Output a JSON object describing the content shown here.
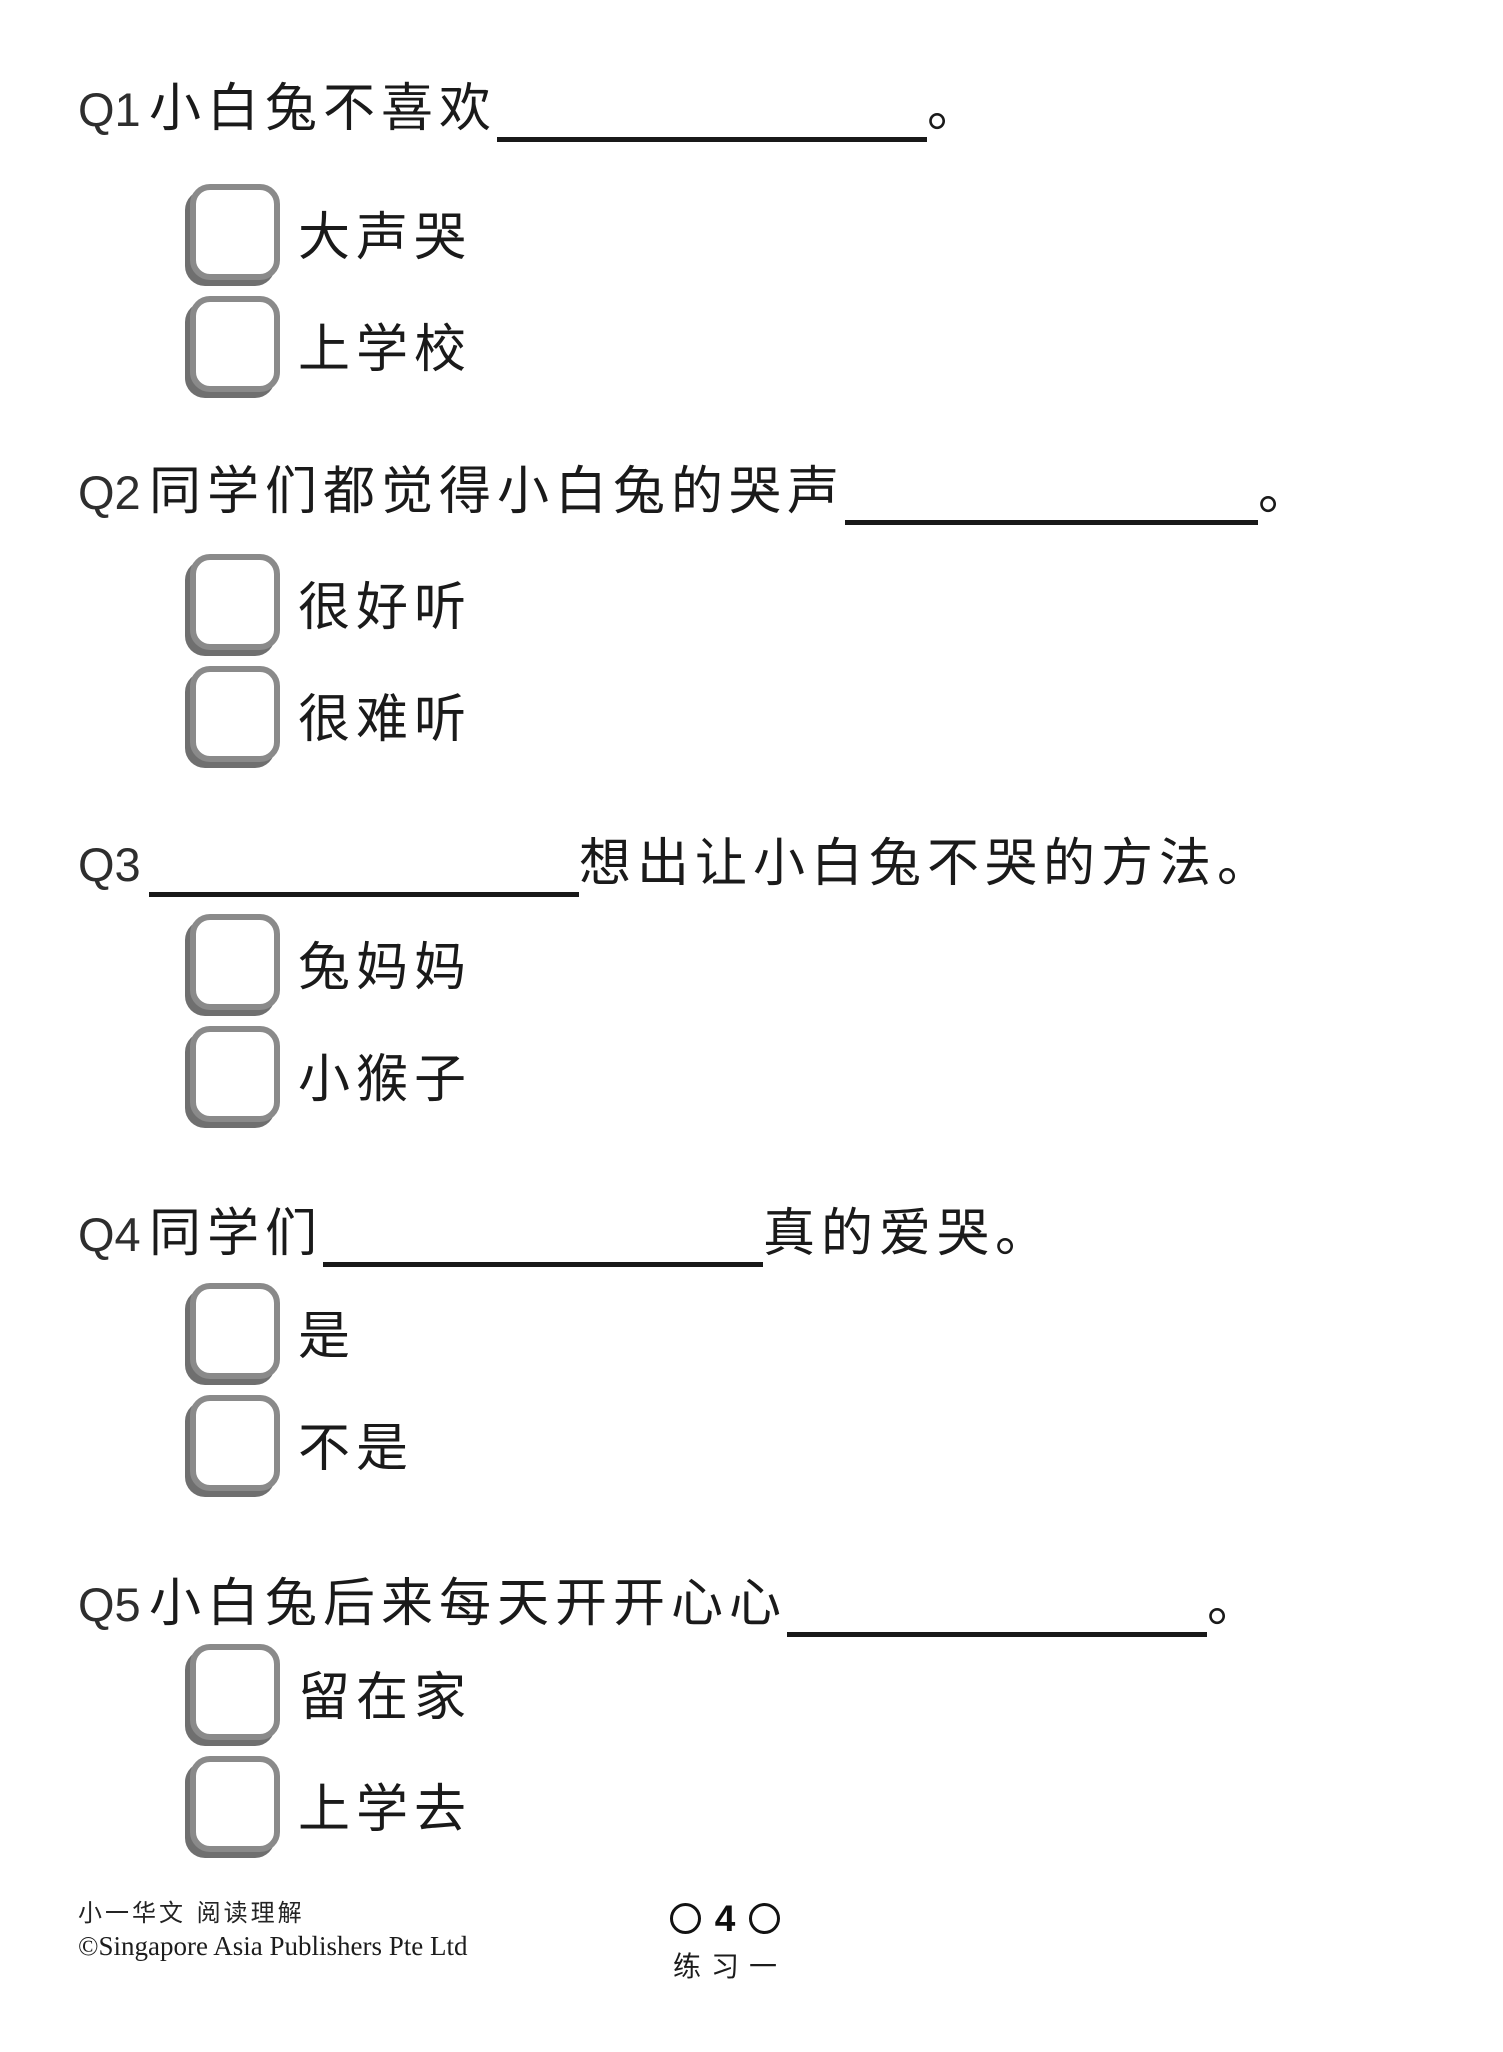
{
  "page": {
    "questions": [
      {
        "label": "Q1",
        "pre": "小白兔不喜欢",
        "post": "。",
        "options": [
          "大声哭",
          "上学校"
        ]
      },
      {
        "label": "Q2",
        "pre": "同学们都觉得小白兔的哭声",
        "post": "。",
        "options": [
          "很好听",
          "很难听"
        ]
      },
      {
        "label": "Q3",
        "pre": "",
        "post": "想出让小白兔不哭的方法。",
        "options": [
          "兔妈妈",
          "小猴子"
        ]
      },
      {
        "label": "Q4",
        "pre": "同学们",
        "post": "真的爱哭。",
        "options": [
          "是",
          "不是"
        ]
      },
      {
        "label": "Q5",
        "pre": "小白兔后来每天开开心心",
        "post": "。",
        "options": [
          "留在家",
          "上学去"
        ]
      }
    ],
    "footer": {
      "series": "小一华文 阅读理解",
      "copyright": "©Singapore Asia Publishers Pte Ltd",
      "page_number": "4",
      "exercise": "练习一"
    }
  }
}
